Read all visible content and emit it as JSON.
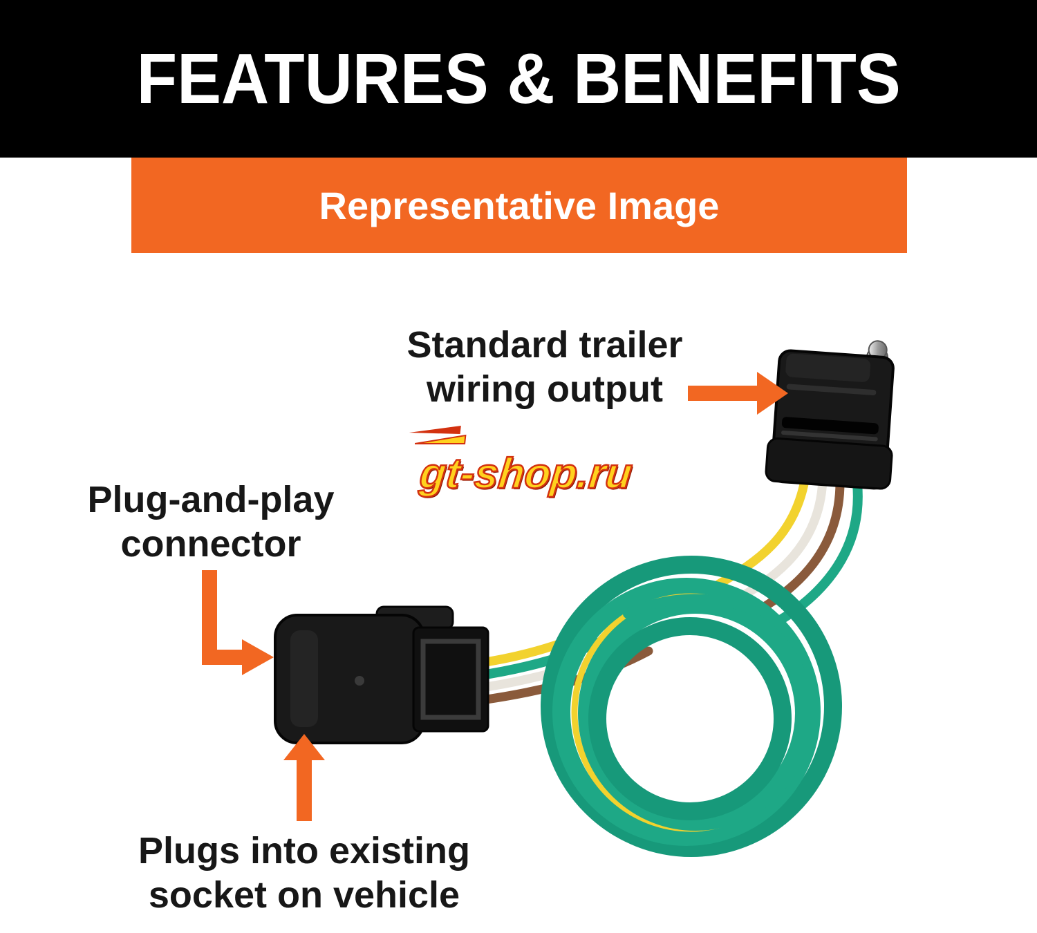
{
  "theme": {
    "accent": "#F26722",
    "header-bg": "#000000",
    "text-dark": "#171717",
    "wire-green": "#1EA886",
    "wire-yellow": "#F2D22E",
    "wire-white": "#E8E4DC",
    "wire-brown": "#8A5A3B",
    "connector-black": "#191919"
  },
  "header": {
    "title": "FEATURES & BENEFITS"
  },
  "subheader": {
    "label": "Representative Image"
  },
  "callouts": {
    "output": {
      "line1": "Standard trailer",
      "line2": "wiring output"
    },
    "connector": {
      "line1": "Plug-and-play",
      "line2": "connector"
    },
    "socket": {
      "line1": "Plugs into existing",
      "line2": "socket on vehicle"
    }
  },
  "watermark": {
    "text": "gt-shop.ru"
  }
}
